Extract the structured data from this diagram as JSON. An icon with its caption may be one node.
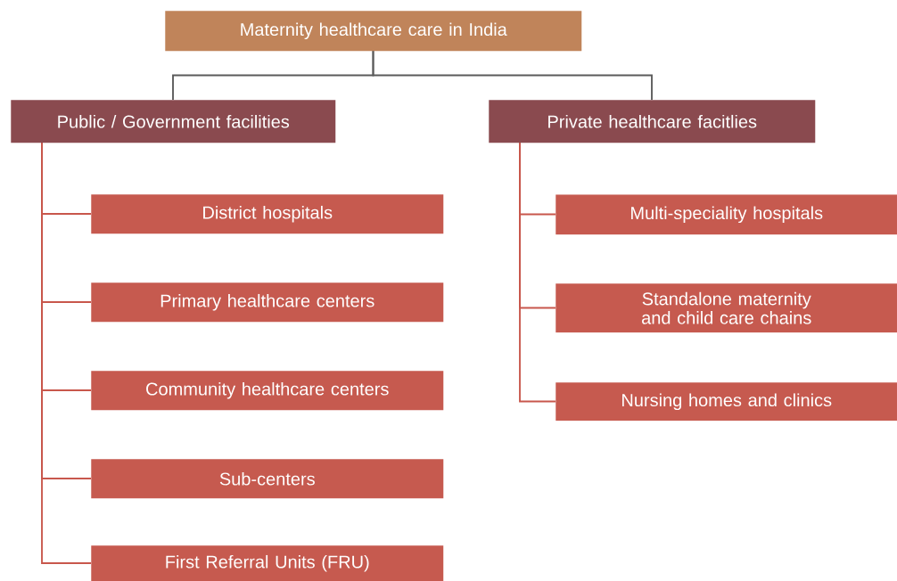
{
  "diagram": {
    "nodes": [
      {
        "text": [
          "Maternity healthcare care in India"
        ]
      },
      {
        "text": [
          "Public / Government facilities"
        ]
      },
      {
        "text": [
          "Private healthcare facitlies"
        ]
      },
      {
        "text": [
          "District hospitals"
        ]
      },
      {
        "text": [
          "Primary healthcare centers"
        ]
      },
      {
        "text": [
          "Community healthcare centers"
        ]
      },
      {
        "text": [
          "Sub-centers"
        ]
      },
      {
        "text": [
          "First Referral Units (FRU)"
        ]
      },
      {
        "text": [
          "Multi-speciality hospitals"
        ]
      },
      {
        "text": [
          "Standalone maternity and child care chains"
        ]
      },
      {
        "text": [
          "Nursing homes and clinics"
        ]
      }
    ],
    "edges": [
      {
        "from": 0,
        "to": 1,
        "arrow": "none",
        "color": "#5a5a5a"
      },
      {
        "from": 0,
        "to": 2,
        "arrow": "none",
        "color": "#5a5a5a"
      },
      {
        "from": 1,
        "to": 3,
        "arrow": "none"
      },
      {
        "from": 1,
        "to": 4,
        "arrow": "none"
      },
      {
        "from": 1,
        "to": 5,
        "arrow": "none"
      },
      {
        "from": 1,
        "to": 6,
        "arrow": "none"
      },
      {
        "from": 1,
        "to": 7,
        "arrow": "none"
      },
      {
        "from": 2,
        "to": 8,
        "arrow": "none"
      },
      {
        "from": 2,
        "to": 9,
        "arrow": "none"
      },
      {
        "from": 2,
        "to": 10,
        "arrow": "none"
      }
    ]
  }
}
